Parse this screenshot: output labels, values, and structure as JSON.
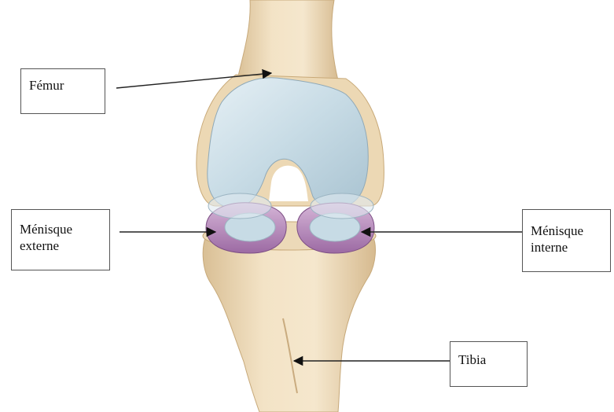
{
  "diagram": {
    "labels": {
      "femur": "Fémur",
      "menisque_externe": [
        "Ménisque",
        "externe"
      ],
      "menisque_interne": [
        "Ménisque",
        "interne"
      ],
      "tibia": "Tibia"
    },
    "colors": {
      "bone": "#ead6b3",
      "cartilage": "#c9dde6",
      "meniscus": "#c9a2cc",
      "meniscus_dark": "#8d5a94",
      "arrow": "#222222",
      "box_border": "#555555"
    }
  }
}
